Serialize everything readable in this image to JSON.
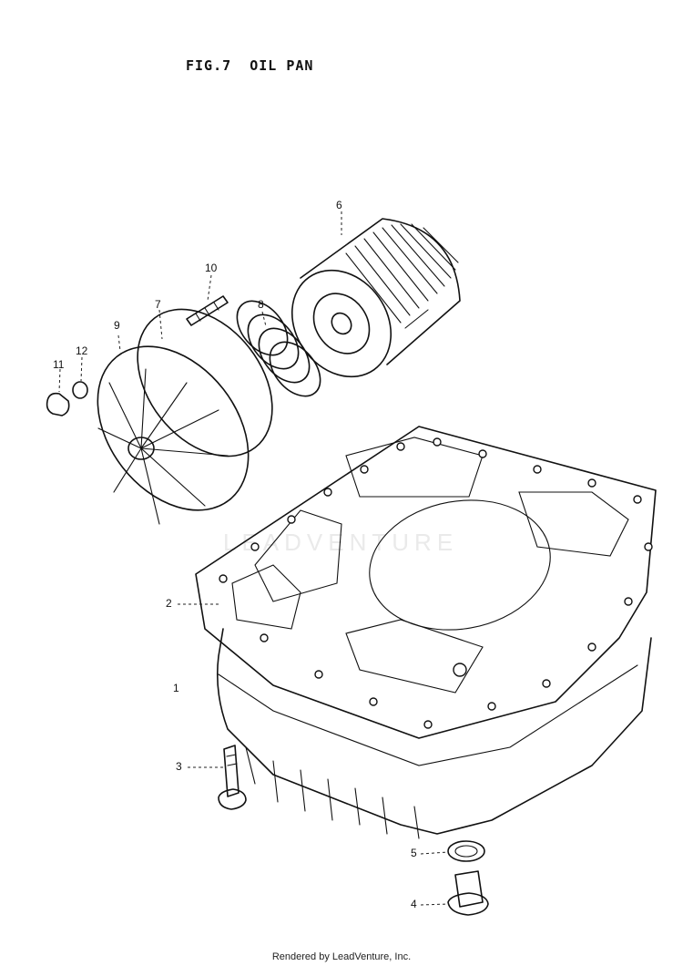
{
  "figure": {
    "title": "FIG.7  OIL PAN"
  },
  "callouts": [
    "1",
    "2",
    "3",
    "4",
    "5",
    "6",
    "7",
    "8",
    "9",
    "10",
    "11",
    "12"
  ],
  "watermark": "LEADVENTURE",
  "footer": "Rendered by LeadVenture, Inc."
}
